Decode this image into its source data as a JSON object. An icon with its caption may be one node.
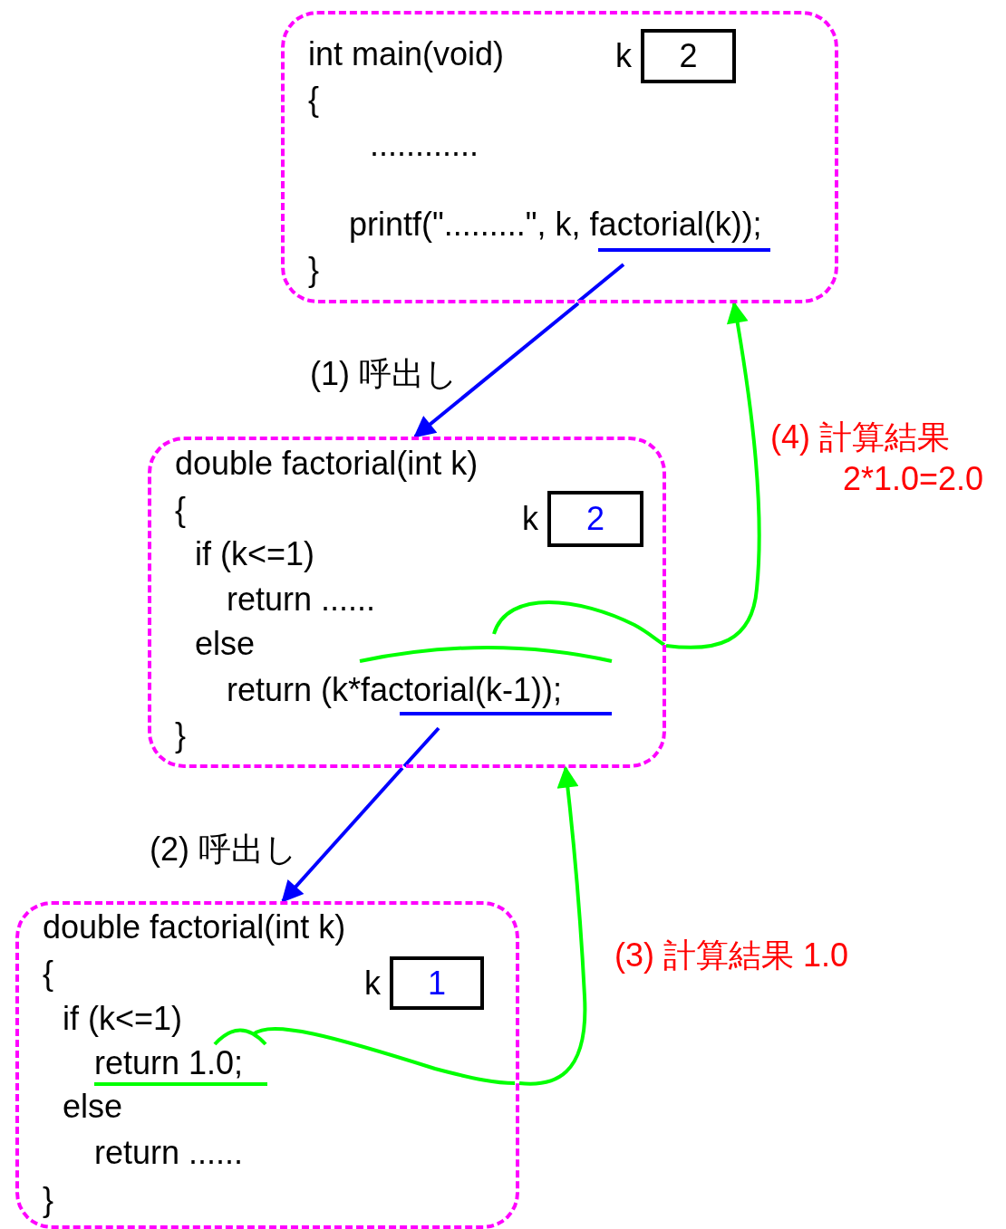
{
  "diagram": {
    "nodes": [
      {
        "text": [
          "int main(void)",
          "{",
          "............",
          "printf(\".........\", k, factorial(k));",
          "}"
        ]
      },
      {
        "text": [
          "2"
        ],
        "beside": [
          "k"
        ],
        "in": 0
      },
      {
        "text": [
          "double factorial(int k)",
          "{",
          "if (k<=1)",
          "return ......",
          "else",
          "return (k*factorial(k-1));",
          "}"
        ]
      },
      {
        "text": [
          "2"
        ],
        "beside": [
          "k"
        ],
        "in": 2
      },
      {
        "text": [
          "double factorial(int k)",
          "{",
          "if (k<=1)",
          "return 1.0;",
          "else",
          "return ......",
          "}"
        ]
      },
      {
        "text": [
          "1"
        ],
        "beside": [
          "k"
        ],
        "in": 4
      }
    ],
    "edges": [
      {
        "from": 0,
        "to": 2,
        "arrow": "to",
        "label": "(1) 呼出し",
        "color": "#0000ff"
      },
      {
        "from": 2,
        "to": 4,
        "arrow": "to",
        "label": "(2) 呼出し",
        "color": "#0000ff"
      },
      {
        "from": 4,
        "to": 2,
        "arrow": "to",
        "label": "(3) 計算結果 1.0",
        "color": "#00ff00"
      },
      {
        "from": 2,
        "to": 0,
        "arrow": "to",
        "label": "(4) 計算結果 2*1.0=2.0",
        "color": "#00ff00"
      }
    ]
  }
}
